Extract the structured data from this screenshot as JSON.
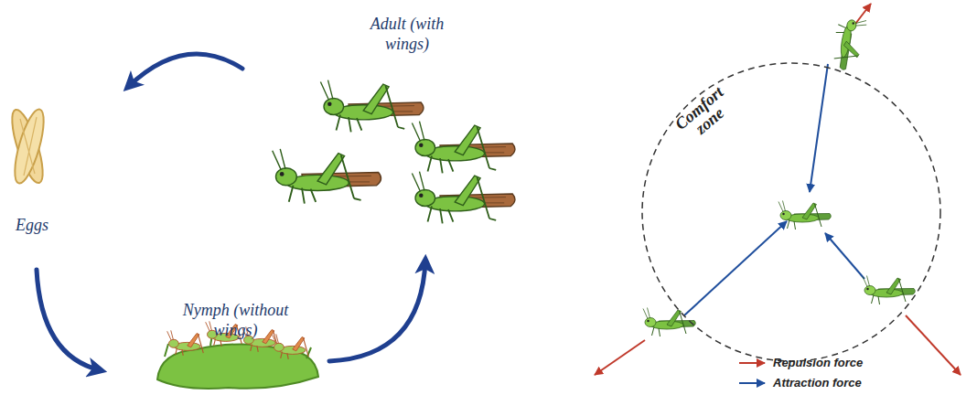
{
  "diagram": {
    "nodes": [
      {
        "text": [
          "Adult (with wings)"
        ]
      },
      {
        "text": [
          "Eggs"
        ]
      },
      {
        "text": [
          "Nymph (without wings)"
        ]
      },
      {
        "text": [
          "Comfort zone"
        ]
      }
    ],
    "edges": [
      {
        "from": 0,
        "to": 1,
        "arrow": "to"
      },
      {
        "from": 1,
        "to": 2,
        "arrow": "to"
      },
      {
        "from": 2,
        "to": 0,
        "arrow": "to"
      }
    ],
    "legend": [
      {
        "text": "Repulsion force"
      },
      {
        "text": "Attraction force"
      }
    ]
  }
}
